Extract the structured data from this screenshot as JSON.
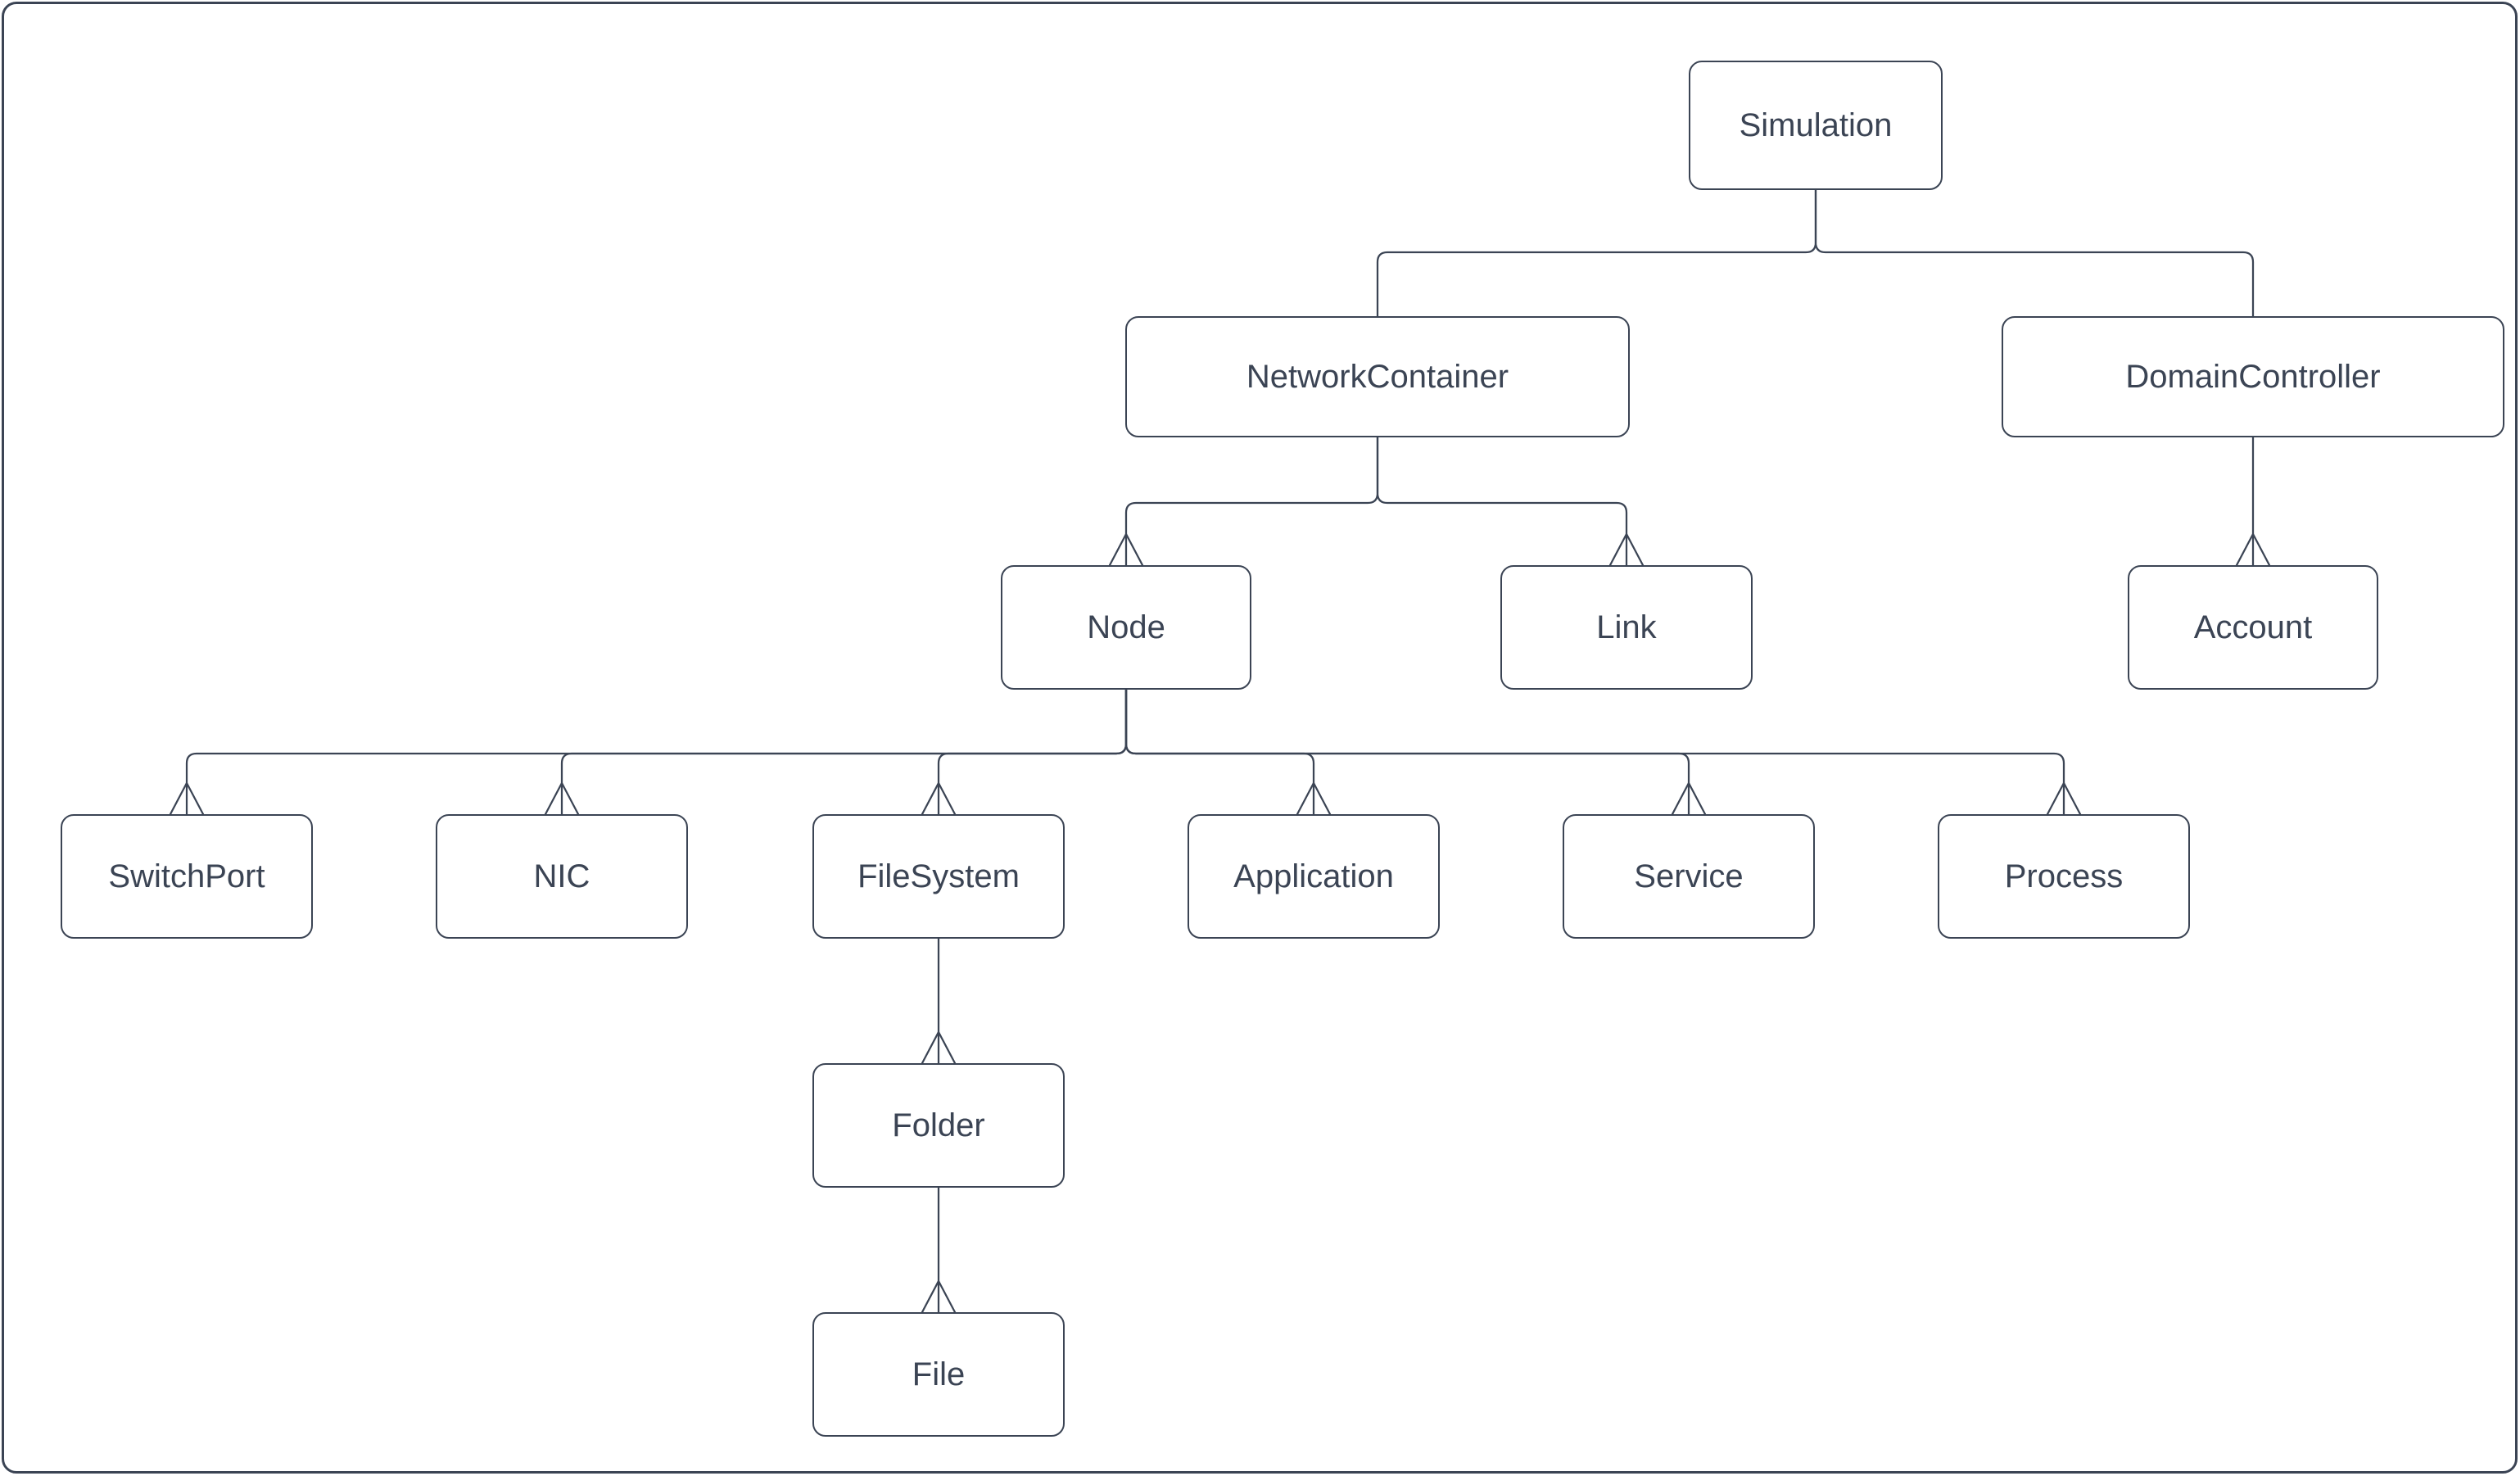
{
  "canvas": {
    "background": "#ffffff"
  },
  "diagram": {
    "style": {
      "stroke": "#3b4454",
      "text_color": "#3b4454",
      "node_fill": "#ffffff"
    },
    "nodes": [
      {
        "id": "simulation",
        "label": "Simulation"
      },
      {
        "id": "network_container",
        "label": "NetworkContainer"
      },
      {
        "id": "domain_controller",
        "label": "DomainController"
      },
      {
        "id": "node",
        "label": "Node"
      },
      {
        "id": "link",
        "label": "Link"
      },
      {
        "id": "account",
        "label": "Account"
      },
      {
        "id": "switch_port",
        "label": "SwitchPort"
      },
      {
        "id": "nic",
        "label": "NIC"
      },
      {
        "id": "file_system",
        "label": "FileSystem"
      },
      {
        "id": "application",
        "label": "Application"
      },
      {
        "id": "service",
        "label": "Service"
      },
      {
        "id": "process",
        "label": "Process"
      },
      {
        "id": "folder",
        "label": "Folder"
      },
      {
        "id": "file",
        "label": "File"
      }
    ],
    "edges": [
      {
        "from": "simulation",
        "to": "network_container",
        "arrowhead": false
      },
      {
        "from": "simulation",
        "to": "domain_controller",
        "arrowhead": false
      },
      {
        "from": "network_container",
        "to": "node",
        "arrowhead": true
      },
      {
        "from": "network_container",
        "to": "link",
        "arrowhead": true
      },
      {
        "from": "domain_controller",
        "to": "account",
        "arrowhead": true
      },
      {
        "from": "node",
        "to": "switch_port",
        "arrowhead": true
      },
      {
        "from": "node",
        "to": "nic",
        "arrowhead": true
      },
      {
        "from": "node",
        "to": "file_system",
        "arrowhead": true
      },
      {
        "from": "node",
        "to": "application",
        "arrowhead": true
      },
      {
        "from": "node",
        "to": "service",
        "arrowhead": true
      },
      {
        "from": "node",
        "to": "process",
        "arrowhead": true
      },
      {
        "from": "file_system",
        "to": "folder",
        "arrowhead": true
      },
      {
        "from": "folder",
        "to": "file",
        "arrowhead": true
      }
    ]
  }
}
